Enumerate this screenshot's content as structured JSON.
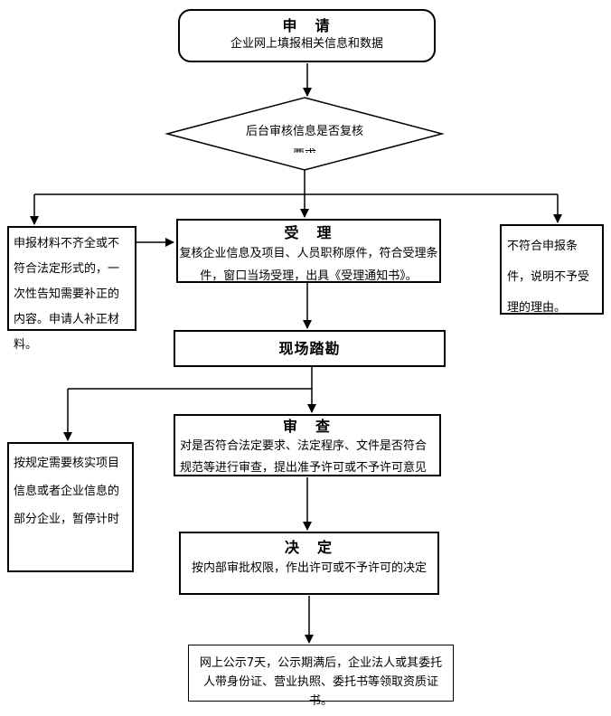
{
  "colors": {
    "line": "#000000",
    "background": "#ffffff",
    "text": "#000000"
  },
  "flowchart": {
    "apply": {
      "title": "申　请",
      "body": "企业网上填报相关信息和数据"
    },
    "review_decision": {
      "line1": "后台审核信息是否复核",
      "line2_clipped": "要求"
    },
    "supplement": {
      "body": "申报材料不齐全或不符合法定形式的，一次性告知需要补正的内容。申请人补正材料。"
    },
    "accept": {
      "title": "受　理",
      "body": "复核企业信息及项目、人员职称原件，符合受理条件，窗口当场受理，出具《受理通知书》。"
    },
    "reject": {
      "body": "不符合申报条件，说明不予受理的理由。"
    },
    "site_survey": {
      "title": "现场踏勘"
    },
    "pause_timer": {
      "body": "按规定需要核实项目信息或者企业信息的部分企业，暂停计时"
    },
    "examine": {
      "title": "审　查",
      "body": "对是否符合法定要求、法定程序、文件是否符合规范等进行审查，提出准予许可或不予许可意见"
    },
    "decide": {
      "title": "决　定",
      "body": "按内部审批权限，作出许可或不予许可的决定"
    },
    "publicity": {
      "body": "网上公示7天，公示期满后，企业法人或其委托人带身份证、营业执照、委托书等领取资质证书。"
    }
  }
}
